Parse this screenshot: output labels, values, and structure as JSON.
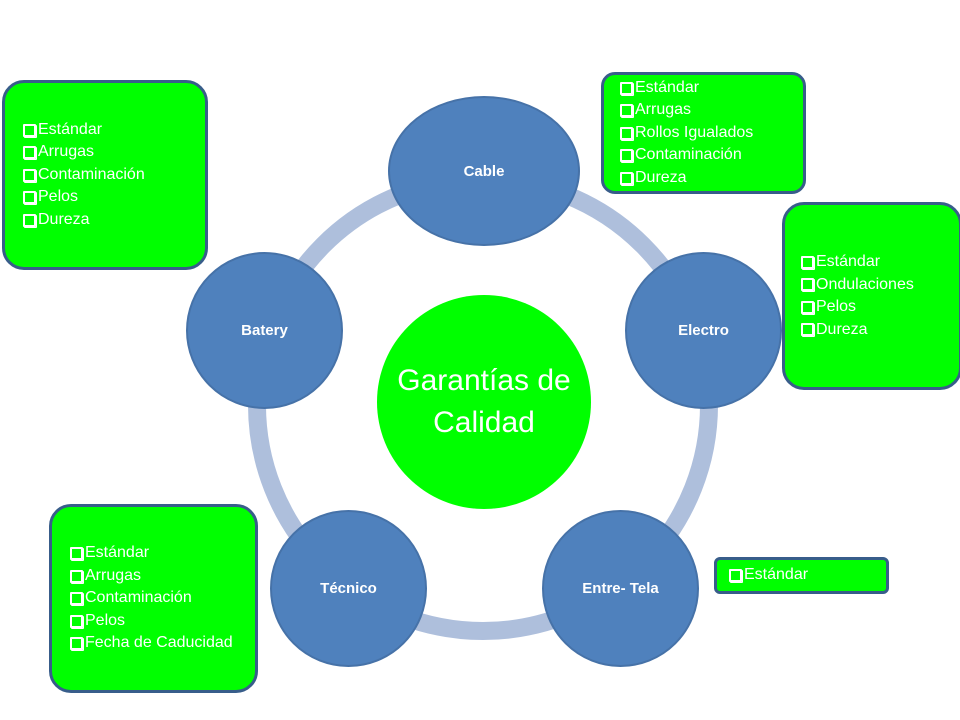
{
  "center": {
    "line1": "Garantías de",
    "line2": "Calidad"
  },
  "colors": {
    "node": "#4f81bd",
    "ring": "#aebfdc",
    "green": "#00ff00",
    "box_border": "#385d8a"
  },
  "checkbox_icon": "checkbox-square",
  "nodes": [
    {
      "label": "Cable",
      "items": [
        "Estándar",
        "Arrugas",
        "Rollos Igualados",
        "Contaminación",
        "Dureza"
      ]
    },
    {
      "label": "Electro",
      "items": [
        "Estándar",
        "Ondulaciones",
        "Pelos",
        "Dureza"
      ]
    },
    {
      "label": "Entre- Tela",
      "items": [
        "Estándar"
      ]
    },
    {
      "label": "Técnico",
      "items": [
        "Estándar",
        "Arrugas",
        "Contaminación",
        "Pelos",
        "Fecha de Caducidad"
      ]
    },
    {
      "label": "Batery",
      "items": [
        "Estándar",
        "Arrugas",
        "Contaminación",
        "Pelos",
        "Dureza"
      ]
    }
  ]
}
